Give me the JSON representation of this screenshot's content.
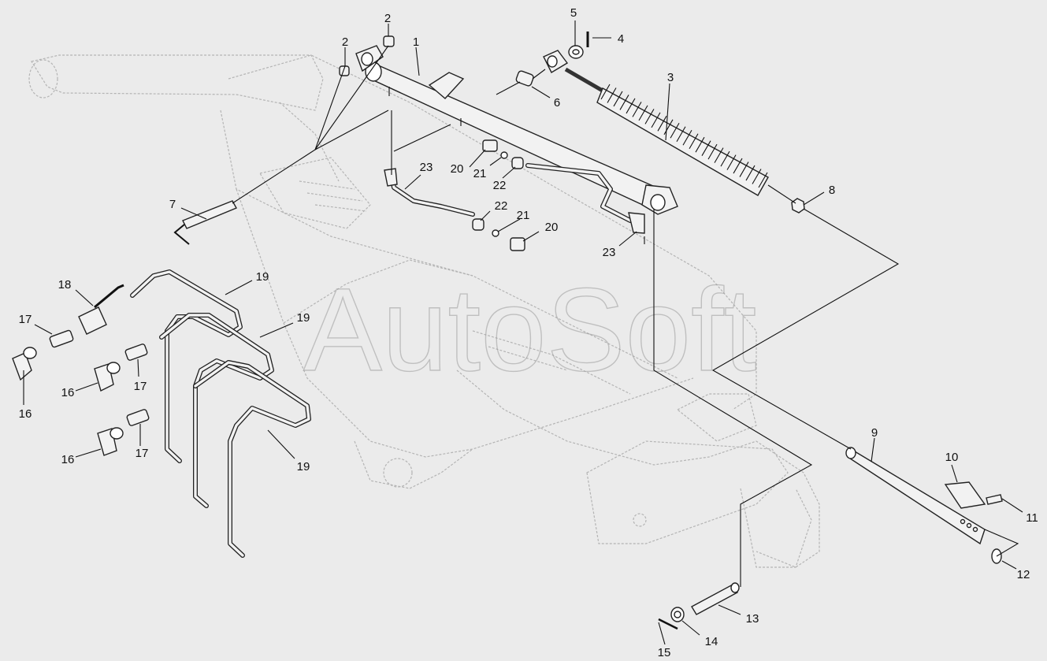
{
  "watermark": "AutoSoft",
  "callouts": [
    {
      "id": "c1",
      "label": "1"
    },
    {
      "id": "c2a",
      "label": "2"
    },
    {
      "id": "c2b",
      "label": "2"
    },
    {
      "id": "c3",
      "label": "3"
    },
    {
      "id": "c4",
      "label": "4"
    },
    {
      "id": "c5",
      "label": "5"
    },
    {
      "id": "c6",
      "label": "6"
    },
    {
      "id": "c7",
      "label": "7"
    },
    {
      "id": "c8",
      "label": "8"
    },
    {
      "id": "c9",
      "label": "9"
    },
    {
      "id": "c10",
      "label": "10"
    },
    {
      "id": "c11",
      "label": "11"
    },
    {
      "id": "c12",
      "label": "12"
    },
    {
      "id": "c13",
      "label": "13"
    },
    {
      "id": "c14",
      "label": "14"
    },
    {
      "id": "c15",
      "label": "15"
    },
    {
      "id": "c16a",
      "label": "16"
    },
    {
      "id": "c16b",
      "label": "16"
    },
    {
      "id": "c16c",
      "label": "16"
    },
    {
      "id": "c17a",
      "label": "17"
    },
    {
      "id": "c17b",
      "label": "17"
    },
    {
      "id": "c17c",
      "label": "17"
    },
    {
      "id": "c18",
      "label": "18"
    },
    {
      "id": "c19a",
      "label": "19"
    },
    {
      "id": "c19b",
      "label": "19"
    },
    {
      "id": "c19c",
      "label": "19"
    },
    {
      "id": "c20a",
      "label": "20"
    },
    {
      "id": "c20b",
      "label": "20"
    },
    {
      "id": "c21a",
      "label": "21"
    },
    {
      "id": "c21b",
      "label": "21"
    },
    {
      "id": "c22a",
      "label": "22"
    },
    {
      "id": "c22b",
      "label": "22"
    },
    {
      "id": "c23a",
      "label": "23"
    },
    {
      "id": "c23b",
      "label": "23"
    }
  ]
}
